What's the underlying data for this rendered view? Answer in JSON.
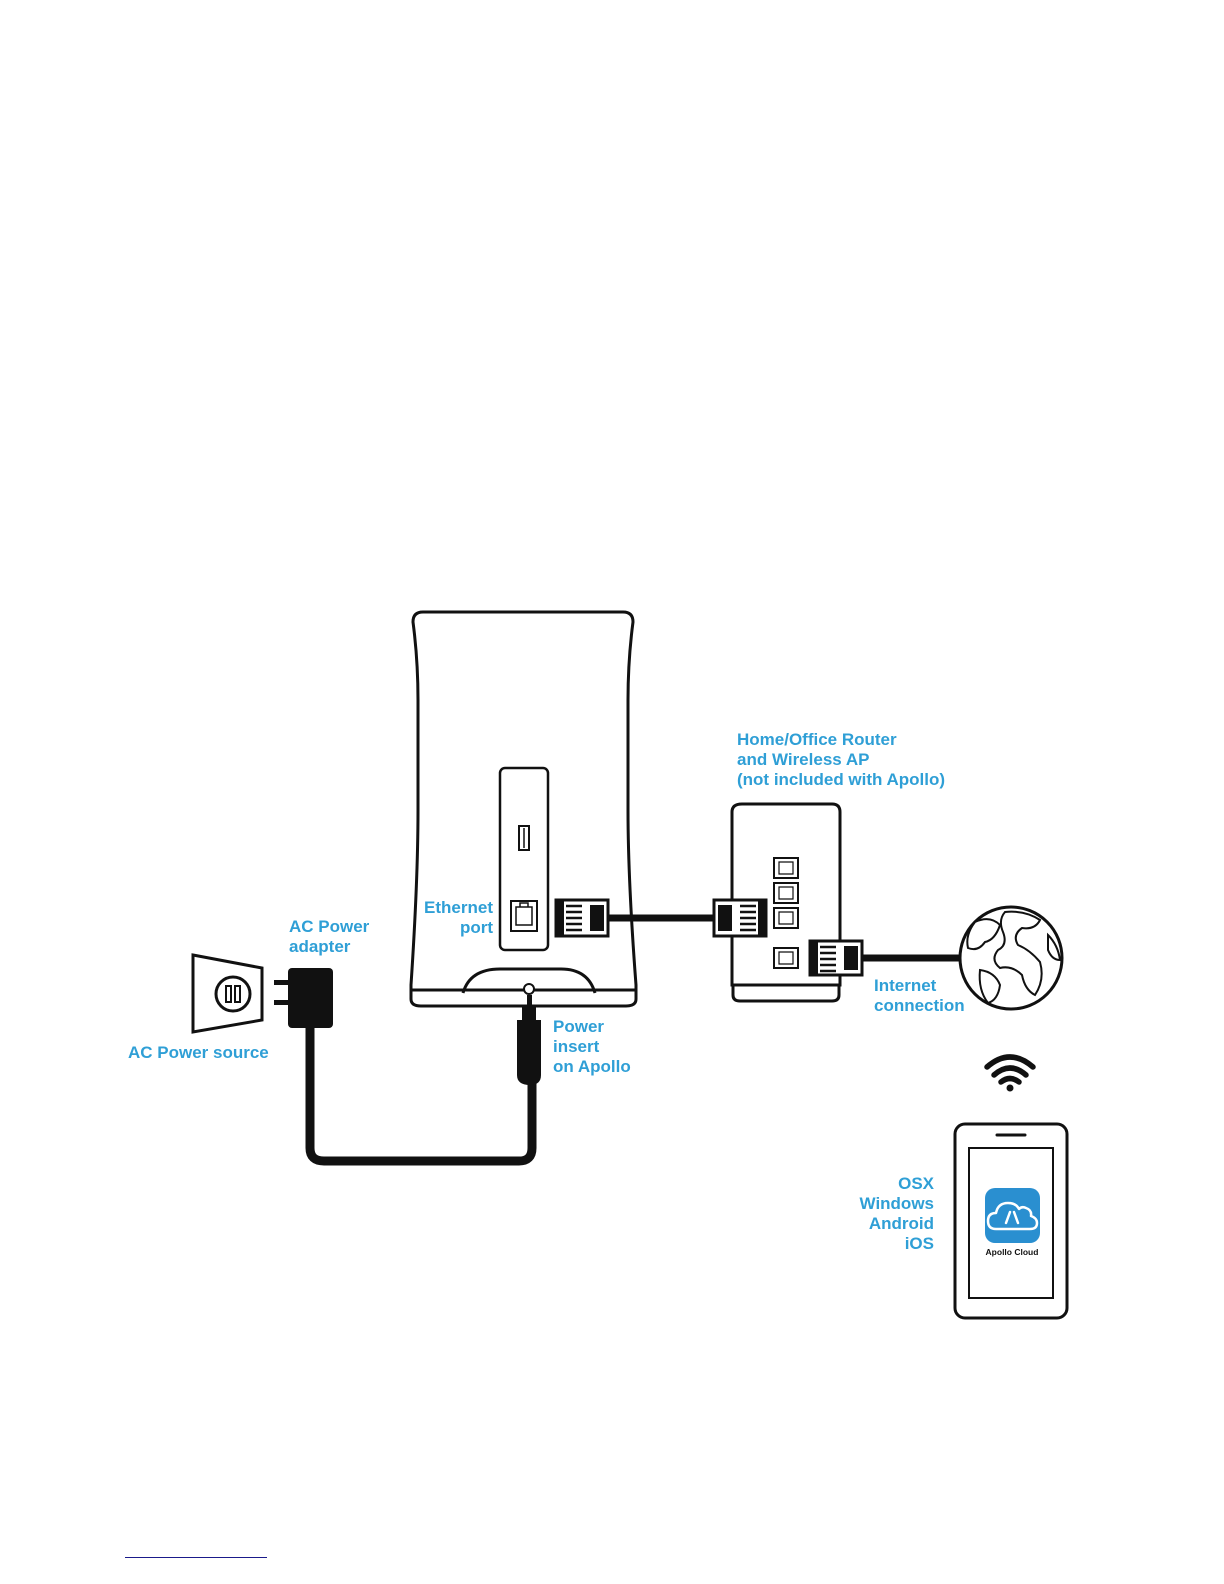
{
  "labels": {
    "router": [
      "Home/Office Router",
      "and Wireless AP",
      "(not included with Apollo)"
    ],
    "ethernet_port": [
      "Ethernet",
      "port"
    ],
    "ac_power_adapter": [
      "AC Power",
      "adapter"
    ],
    "ac_power_source": "AC Power source",
    "power_insert": [
      "Power",
      "insert",
      "on Apollo"
    ],
    "internet_connection": [
      "Internet",
      "connection"
    ],
    "platforms": [
      "OSX",
      "Windows",
      "Android",
      "iOS"
    ],
    "app_name": "Apollo Cloud"
  },
  "colors": {
    "label": "#2f9fd6",
    "app_icon": "#2a8fd0",
    "outline": "#111111"
  }
}
